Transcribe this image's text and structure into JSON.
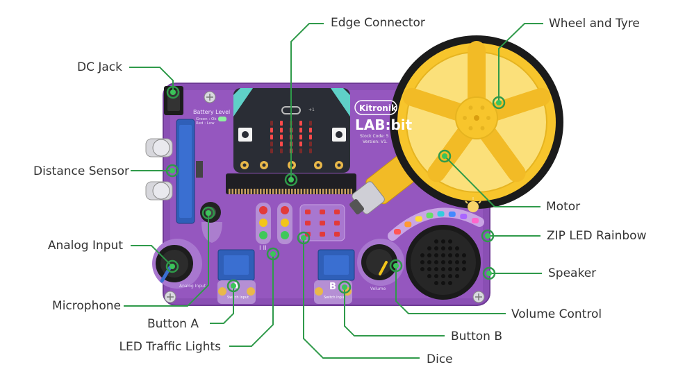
{
  "board": {
    "brand": "Kitronik",
    "product": "LAB:bit",
    "stock_code": "Stock Code: 5",
    "version": "Version: V1.",
    "battery_title": "Battery Level",
    "battery_green": "Green : Ok",
    "battery_red": "Red : Low",
    "analog_input": "Analog Input",
    "volume": "Volume",
    "switch_input": "Switch Input",
    "button_a_letter": "A",
    "button_b_letter": "B",
    "light_marks": "I  II",
    "microbit_logo": "+1"
  },
  "labels": {
    "edge_connector": "Edge Connector",
    "wheel_and_tyre": "Wheel and Tyre",
    "dc_jack": "DC Jack",
    "distance_sensor": "Distance Sensor",
    "analog_input": "Analog Input",
    "microphone": "Microphone",
    "button_a": "Button A",
    "led_traffic_lights": "LED Traffic Lights",
    "dice": "Dice",
    "button_b": "Button B",
    "volume_control": "Volume Control",
    "speaker": "Speaker",
    "zip_led_rainbow": "ZIP LED Rainbow",
    "motor": "Motor"
  },
  "colors": {
    "board": "#8a4fb4",
    "board_light": "#9b5fc4",
    "callout": "#2f9a4a",
    "callout_dot": "#3cc45a",
    "tyre_yellow": "#f7c52c",
    "microbit": "#2a2d35",
    "led_red": "#e23a3a"
  }
}
